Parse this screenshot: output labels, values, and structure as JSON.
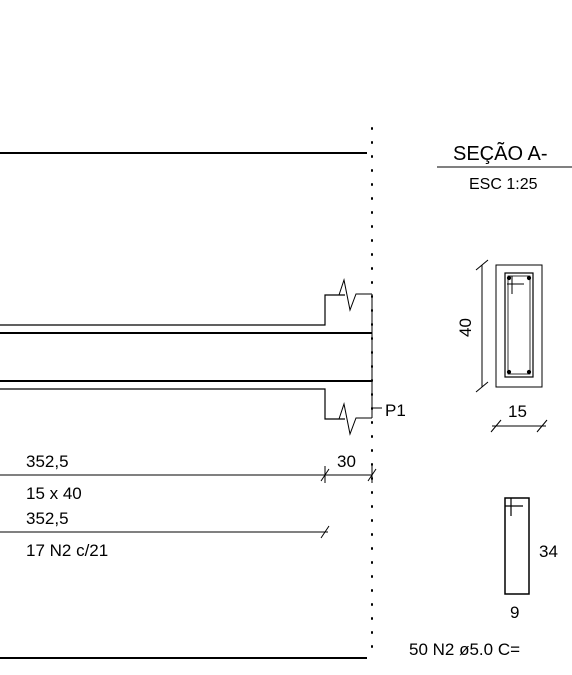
{
  "section": {
    "title": "SEÇÃO A-",
    "scale": "ESC 1:25",
    "height_dim": "40",
    "width_dim": "15"
  },
  "elevation": {
    "span_dim": "352,5",
    "beam_size": "15 x 40",
    "span_dim_2": "352,5",
    "stirrups_label": "17 N2 c/21",
    "support_dim": "30",
    "pillar_label": "P1"
  },
  "stirrup_detail": {
    "height_dim": "34",
    "width_dim": "9",
    "schedule_label": "50 N2 ø5.0 C="
  }
}
